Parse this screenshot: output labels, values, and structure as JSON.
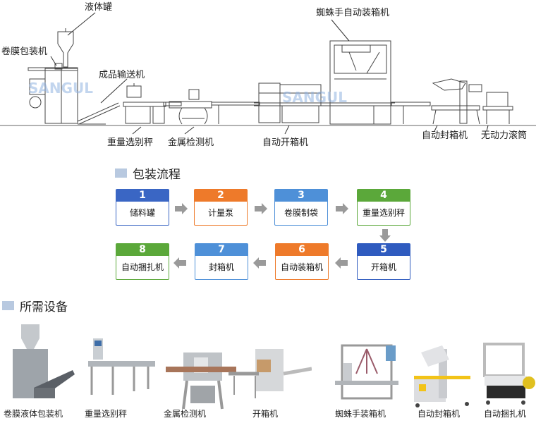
{
  "line_diagram": {
    "labels": {
      "liquid_tank": "液体罐",
      "film_packer": "卷膜包装机",
      "product_conveyor": "成品输送机",
      "checkweigher": "重量选别秤",
      "metal_detector": "金属检测机",
      "case_erector": "自动开箱机",
      "spider_case_packer": "蜘蛛手自动装箱机",
      "case_sealer": "自动封箱机",
      "roller_conveyor": "无动力滚筒"
    },
    "watermark": "SANGUL"
  },
  "process": {
    "title": "包装流程",
    "steps": [
      {
        "num": "1",
        "label": "储料罐",
        "color": "#3a66c4"
      },
      {
        "num": "2",
        "label": "计量泵",
        "color": "#ee7a2a"
      },
      {
        "num": "3",
        "label": "卷膜制袋",
        "color": "#4e90d8"
      },
      {
        "num": "4",
        "label": "重量选别秤",
        "color": "#5ba83a"
      },
      {
        "num": "5",
        "label": "开箱机",
        "color": "#2f5bbf"
      },
      {
        "num": "6",
        "label": "自动装箱机",
        "color": "#ee7a2a"
      },
      {
        "num": "7",
        "label": "封箱机",
        "color": "#4e90d8"
      },
      {
        "num": "8",
        "label": "自动捆扎机",
        "color": "#5ba83a"
      }
    ]
  },
  "equipment": {
    "title": "所需设备",
    "items": [
      {
        "label": "卷膜液体包装机"
      },
      {
        "label": "重量选别秤"
      },
      {
        "label": "金属检测机"
      },
      {
        "label": "开箱机"
      },
      {
        "label": "蜘蛛手装箱机"
      },
      {
        "label": "自动封箱机"
      },
      {
        "label": "自动捆扎机"
      }
    ]
  },
  "colors": {
    "section_square": "#b8c9e0",
    "arrow_gray": "#9a9a9a"
  }
}
